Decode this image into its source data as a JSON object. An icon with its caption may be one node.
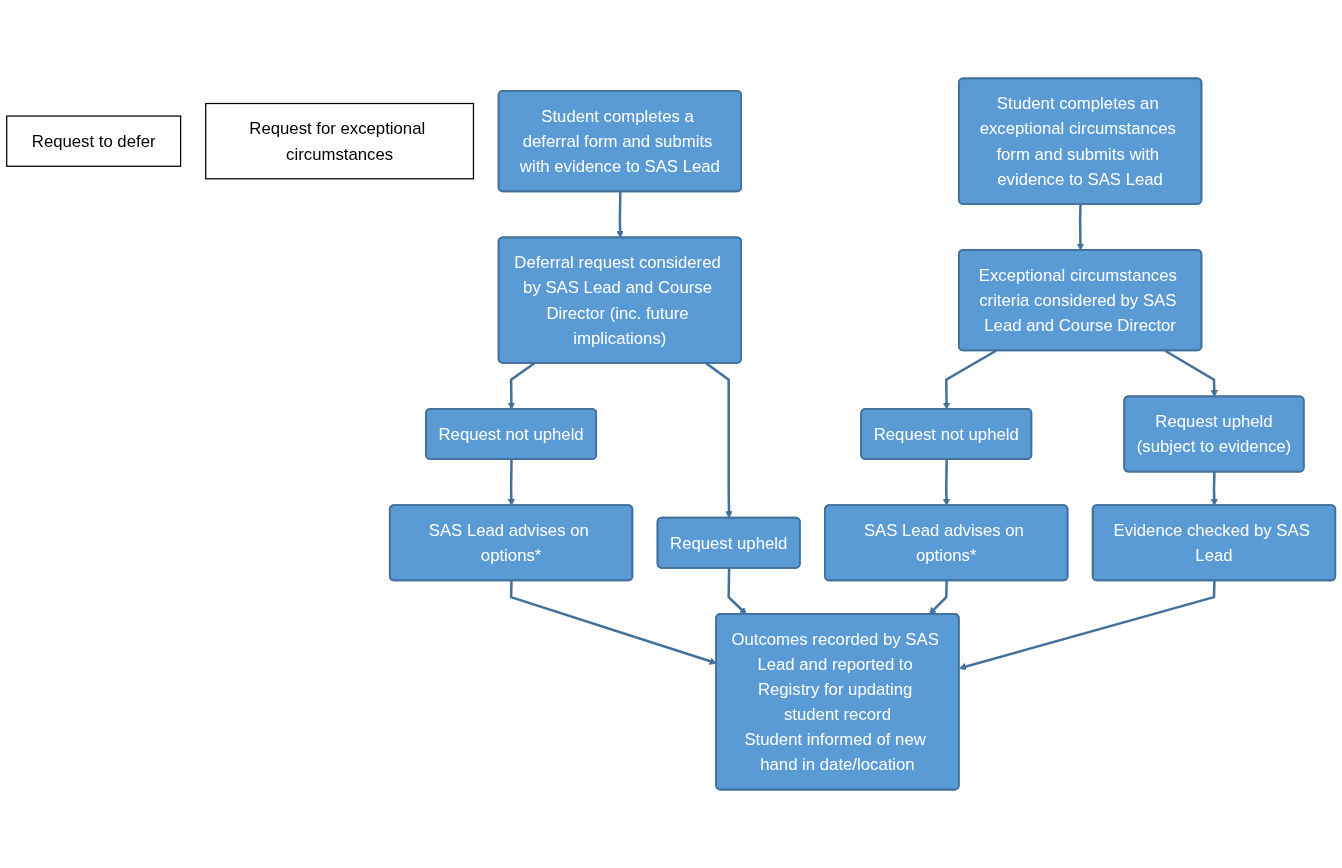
{
  "diagram": {
    "nodes": [
      {
        "text": [
          "Request to defer"
        ]
      },
      {
        "text": [
          "Request for exceptional circumstances"
        ]
      },
      {
        "text": [
          "Student completes a deferral form and submits with evidence to SAS Lead"
        ]
      },
      {
        "text": [
          "Deferral request considered by SAS Lead and Course Director (inc. future implications)"
        ]
      },
      {
        "text": [
          "Request not upheld"
        ]
      },
      {
        "text": [
          "Request upheld"
        ]
      },
      {
        "text": [
          "SAS Lead advises on options*"
        ]
      },
      {
        "text": [
          "Student completes an exceptional circumstances form and submits with evidence to SAS Lead"
        ]
      },
      {
        "text": [
          "Exceptional circumstances criteria considered by SAS Lead and Course Director"
        ]
      },
      {
        "text": [
          "Request not upheld"
        ]
      },
      {
        "text": [
          "Request upheld",
          "(subject to evidence)"
        ]
      },
      {
        "text": [
          "SAS Lead advises on options*"
        ]
      },
      {
        "text": [
          "Evidence checked by SAS Lead"
        ]
      },
      {
        "text": [
          "Outcomes recorded by SAS Lead and reported to Registry for updating student record",
          "Student informed of new hand in date/location"
        ]
      }
    ],
    "edges": [
      {
        "from": 2,
        "to": 3,
        "arrow": "to"
      },
      {
        "from": 3,
        "to": 4,
        "arrow": "to"
      },
      {
        "from": 3,
        "to": 5,
        "arrow": "to"
      },
      {
        "from": 4,
        "to": 6,
        "arrow": "to"
      },
      {
        "from": 6,
        "to": 13,
        "arrow": "to"
      },
      {
        "from": 5,
        "to": 13,
        "arrow": "to"
      },
      {
        "from": 7,
        "to": 8,
        "arrow": "to"
      },
      {
        "from": 8,
        "to": 9,
        "arrow": "to"
      },
      {
        "from": 8,
        "to": 10,
        "arrow": "to"
      },
      {
        "from": 9,
        "to": 11,
        "arrow": "to"
      },
      {
        "from": 10,
        "to": 12,
        "arrow": "to"
      },
      {
        "from": 11,
        "to": 13,
        "arrow": "to"
      },
      {
        "from": 12,
        "to": 13,
        "arrow": "to"
      }
    ]
  }
}
